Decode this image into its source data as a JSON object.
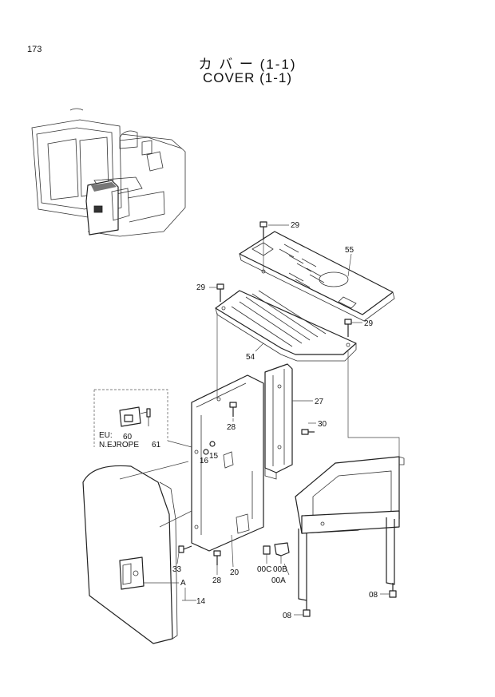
{
  "page": {
    "number": "173"
  },
  "title": {
    "japanese": "カ バ ー  (1-1)",
    "english": "COVER (1-1)"
  },
  "region_label": {
    "line1": "EU:",
    "line2": "N.EJROPE"
  },
  "callouts": [
    {
      "id": "c29a",
      "text": "29"
    },
    {
      "id": "c55",
      "text": "55"
    },
    {
      "id": "c29b",
      "text": "29"
    },
    {
      "id": "c29c",
      "text": "29"
    },
    {
      "id": "c54",
      "text": "54"
    },
    {
      "id": "c27",
      "text": "27"
    },
    {
      "id": "c30",
      "text": "30"
    },
    {
      "id": "c28a",
      "text": "28"
    },
    {
      "id": "c60",
      "text": "60"
    },
    {
      "id": "c61",
      "text": "61"
    },
    {
      "id": "c16",
      "text": "16"
    },
    {
      "id": "c15",
      "text": "15"
    },
    {
      "id": "c33",
      "text": "33"
    },
    {
      "id": "c28b",
      "text": "28"
    },
    {
      "id": "c20",
      "text": "20"
    },
    {
      "id": "c00c",
      "text": "00C"
    },
    {
      "id": "c00b",
      "text": "00B"
    },
    {
      "id": "c00a",
      "text": "00A"
    },
    {
      "id": "cA",
      "text": "A"
    },
    {
      "id": "c14",
      "text": "14"
    },
    {
      "id": "c08a",
      "text": "08"
    },
    {
      "id": "c08b",
      "text": "08"
    }
  ]
}
